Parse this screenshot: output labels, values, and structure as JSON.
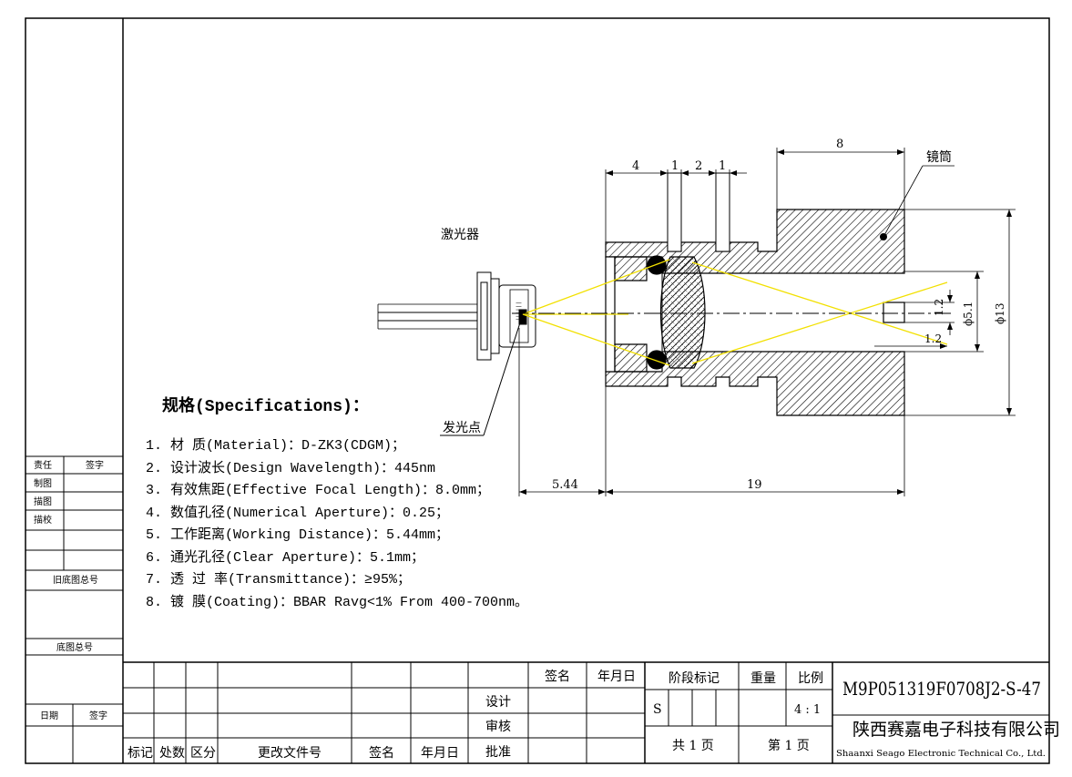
{
  "labels": {
    "laser": "激光器",
    "emission_point": "发光点",
    "barrel": "镜筒",
    "laser_marks": "||||||"
  },
  "dims": {
    "d4": "4",
    "d1a": "1",
    "d2": "2",
    "d1b": "1",
    "d8": "8",
    "d5_44": "5.44",
    "d19": "19",
    "d1_2a": "1.2",
    "d1_2b": "1.2",
    "phi5_1": "ϕ5.1",
    "phi13": "ϕ13"
  },
  "specs": {
    "title": "规格(Specifications)：",
    "items": [
      "1. 材  质(Material)：D-ZK3(CDGM)；",
      "2. 设计波长(Design Wavelength)：445nm",
      "3. 有效焦距(Effective Focal Length)：8.0mm；",
      "4. 数值孔径(Numerical Aperture)：0.25；",
      "5. 工作距离(Working Distance)：5.44mm；",
      "6. 通光孔径(Clear Aperture)：5.1mm；",
      "7. 透 过 率(Transmittance)：≥95%；",
      "8. 镀  膜(Coating)：BBAR Ravg<1% From 400-700nm。"
    ]
  },
  "side_panel": {
    "zeren": "责任",
    "qianzi1": "签字",
    "zhitu": "制图",
    "miaotu": "描图",
    "miaojiao": "描校",
    "jiudituzonghao": "旧底图总号",
    "dituzonghao": "底图总号",
    "riqi": "日期",
    "qianzi2": "签字"
  },
  "title_block": {
    "biaoji": "标记",
    "chushu": "处数",
    "qufen": "区分",
    "genggai": "更改文件号",
    "qianming": "签名",
    "nianyueri": "年月日",
    "qianming_top": "签名",
    "nianyueri_top": "年月日",
    "sheji": "设计",
    "shenhe": "审核",
    "pizhun": "批准",
    "jieduan": "阶段标记",
    "zhongliang": "重量",
    "bili": "比例",
    "stage_s": "S",
    "scale": "4 : 1",
    "total_pages": "共 1 页",
    "page_no": "第 1 页",
    "drawing_no": "M9P051319F0708J2-S-47",
    "company_cn": "陕西赛嘉电子科技有限公司",
    "company_en": "Shaanxi Seago Electronic Technical Co., Ltd."
  }
}
